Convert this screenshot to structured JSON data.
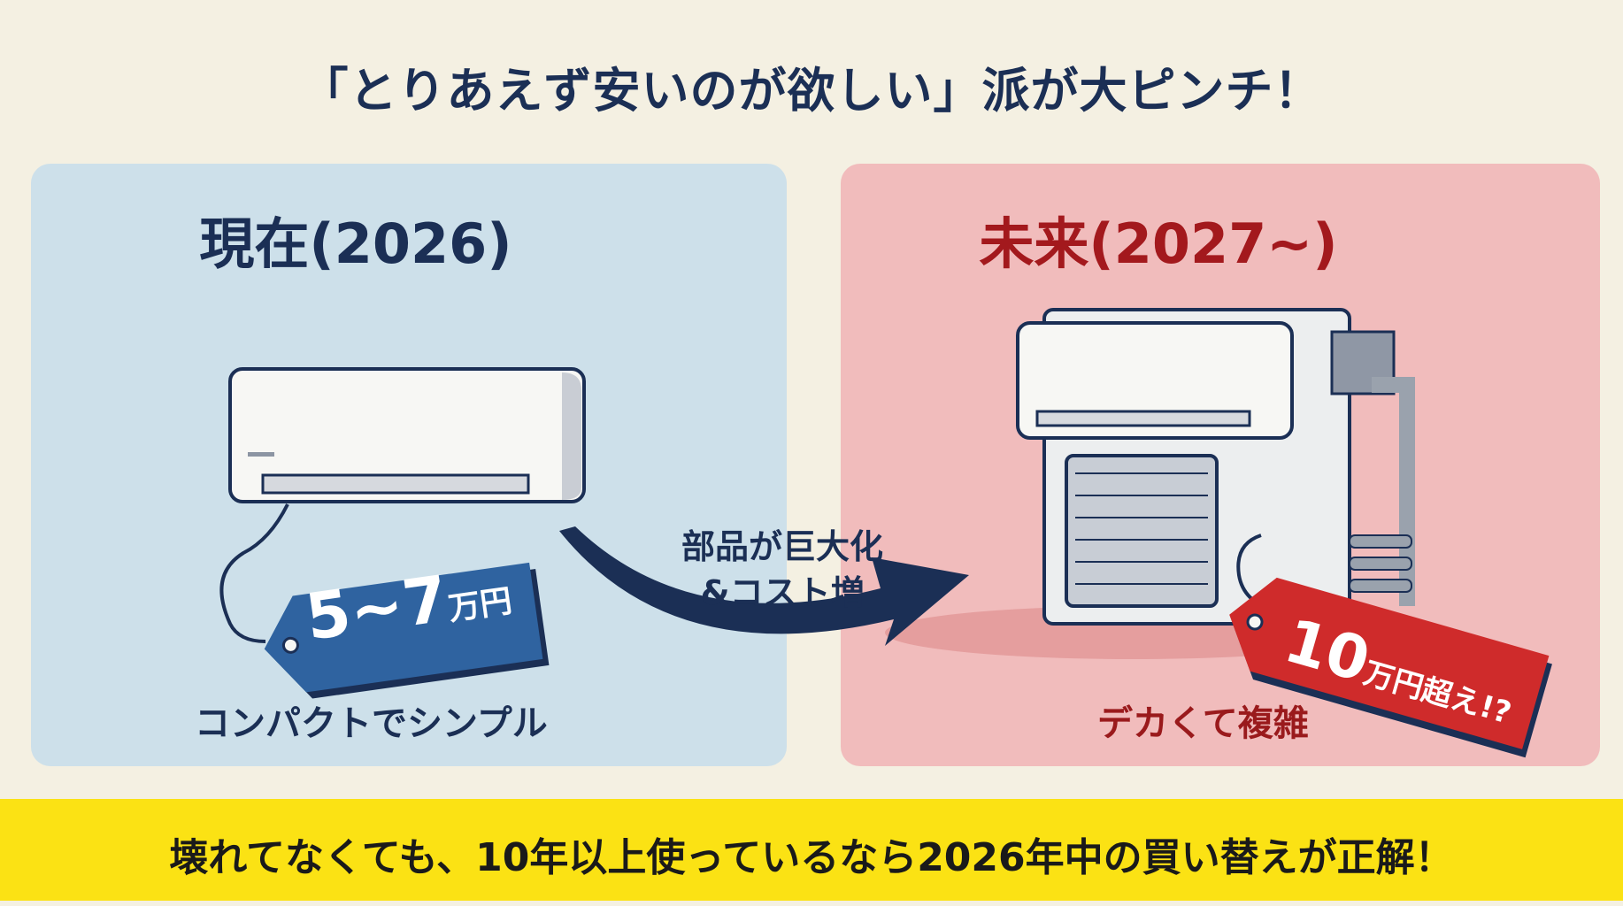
{
  "title": "「とりあえず安いのが欲しい」派が大ピンチ！",
  "left_panel": {
    "heading": "現在(2026)",
    "price_number": "5~7",
    "price_unit": "万円",
    "caption": "コンパクトでシンプル",
    "color": "#cde0ea"
  },
  "arrow_label": {
    "line1": "部品が巨大化",
    "line2": "&コスト増"
  },
  "right_panel": {
    "heading": "未来(2027~)",
    "price_number": "10",
    "price_unit": "万円超え!?",
    "caption": "デカくて複雑",
    "color": "#f1bcbc"
  },
  "footer": {
    "text": "壊れてなくても、10年以上使っているなら2026年中の買い替えが正解！",
    "color": "#fbe214"
  },
  "icons": [
    "air-conditioner-small-icon",
    "air-conditioner-large-icon",
    "price-tag-icon",
    "curved-arrow-icon"
  ]
}
